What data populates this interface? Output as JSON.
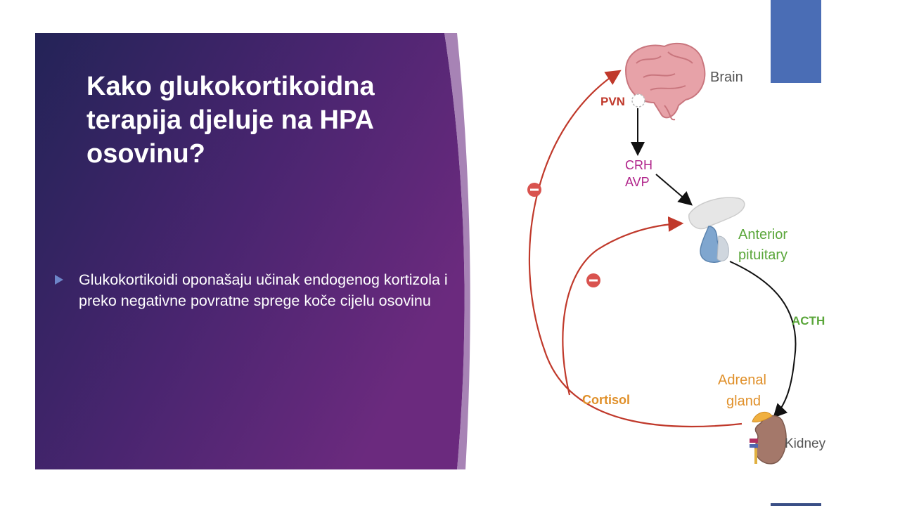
{
  "slide": {
    "title": "Kako glukokortikoidna terapija djeluje na HPA osovinu?",
    "bullets": [
      "Glukokortikoidi oponašaju učinak endogenog kortizola i preko negativne povratne sprege koče cijelu osovinu"
    ]
  },
  "diagram": {
    "labels": {
      "brain": "Brain",
      "pvn": "PVN",
      "crh": "CRH",
      "avp": "AVP",
      "anterior": "Anterior",
      "pituitary": "pituitary",
      "acth": "ACTH",
      "adrenal": "Adrenal",
      "gland": "gland",
      "kidney": "Kidney",
      "cortisol": "Cortisol"
    },
    "inhibition_symbol": "−"
  },
  "colors": {
    "panel_gradient_start": "#262658",
    "panel_gradient_end": "#6a2a7c",
    "accent_blue": "#4a6db5",
    "feedback_red": "#c0392b",
    "hormone_magenta": "#b0238a",
    "pituitary_green": "#5aa63a",
    "adrenal_orange": "#e0902a"
  }
}
